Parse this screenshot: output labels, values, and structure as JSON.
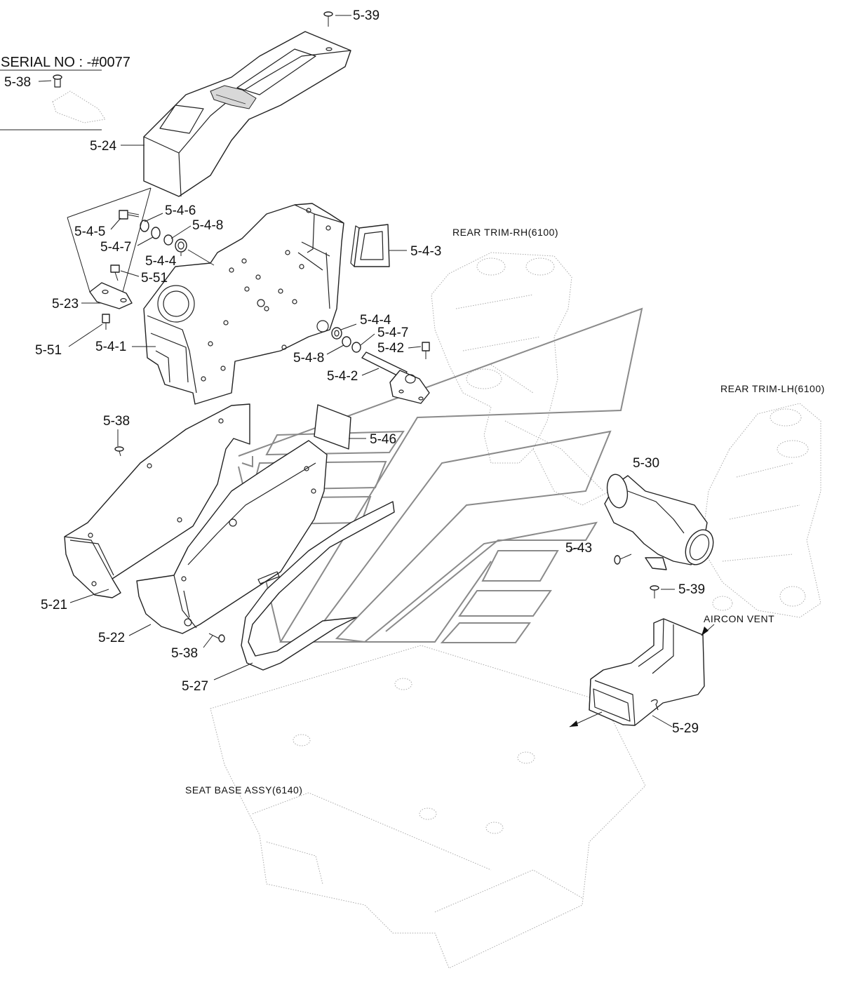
{
  "header": {
    "serial_note": "SERIAL NO : -#0077"
  },
  "callouts": {
    "c_5_39_top": "5-39",
    "c_5_38_serial": "5-38",
    "c_5_24": "5-24",
    "c_5_4_6": "5-4-6",
    "c_5_4_5": "5-4-5",
    "c_5_4_8_top": "5-4-8",
    "c_5_4_7_top": "5-4-7",
    "c_5_4_4_top": "5-4-4",
    "c_5_51_top": "5-51",
    "c_5_23": "5-23",
    "c_5_51_bottom": "5-51",
    "c_5_4_1": "5-4-1",
    "c_5_4_3": "5-4-3",
    "c_5_4_4_right": "5-4-4",
    "c_5_4_7_right": "5-4-7",
    "c_5_42": "5-42",
    "c_5_4_8_right": "5-4-8",
    "c_5_4_2": "5-4-2",
    "c_5_38_mid": "5-38",
    "c_5_46": "5-46",
    "c_5_30": "5-30",
    "c_5_43": "5-43",
    "c_5_39_right": "5-39",
    "c_5_21": "5-21",
    "c_5_22": "5-22",
    "c_5_38_bottom": "5-38",
    "c_5_27": "5-27",
    "c_5_29": "5-29"
  },
  "references": {
    "rear_trim_rh": "REAR TRIM-RH(6100)",
    "rear_trim_lh": "REAR TRIM-LH(6100)",
    "aircon_vent": "AIRCON VENT",
    "seat_base": "SEAT BASE ASSY(6140)"
  }
}
